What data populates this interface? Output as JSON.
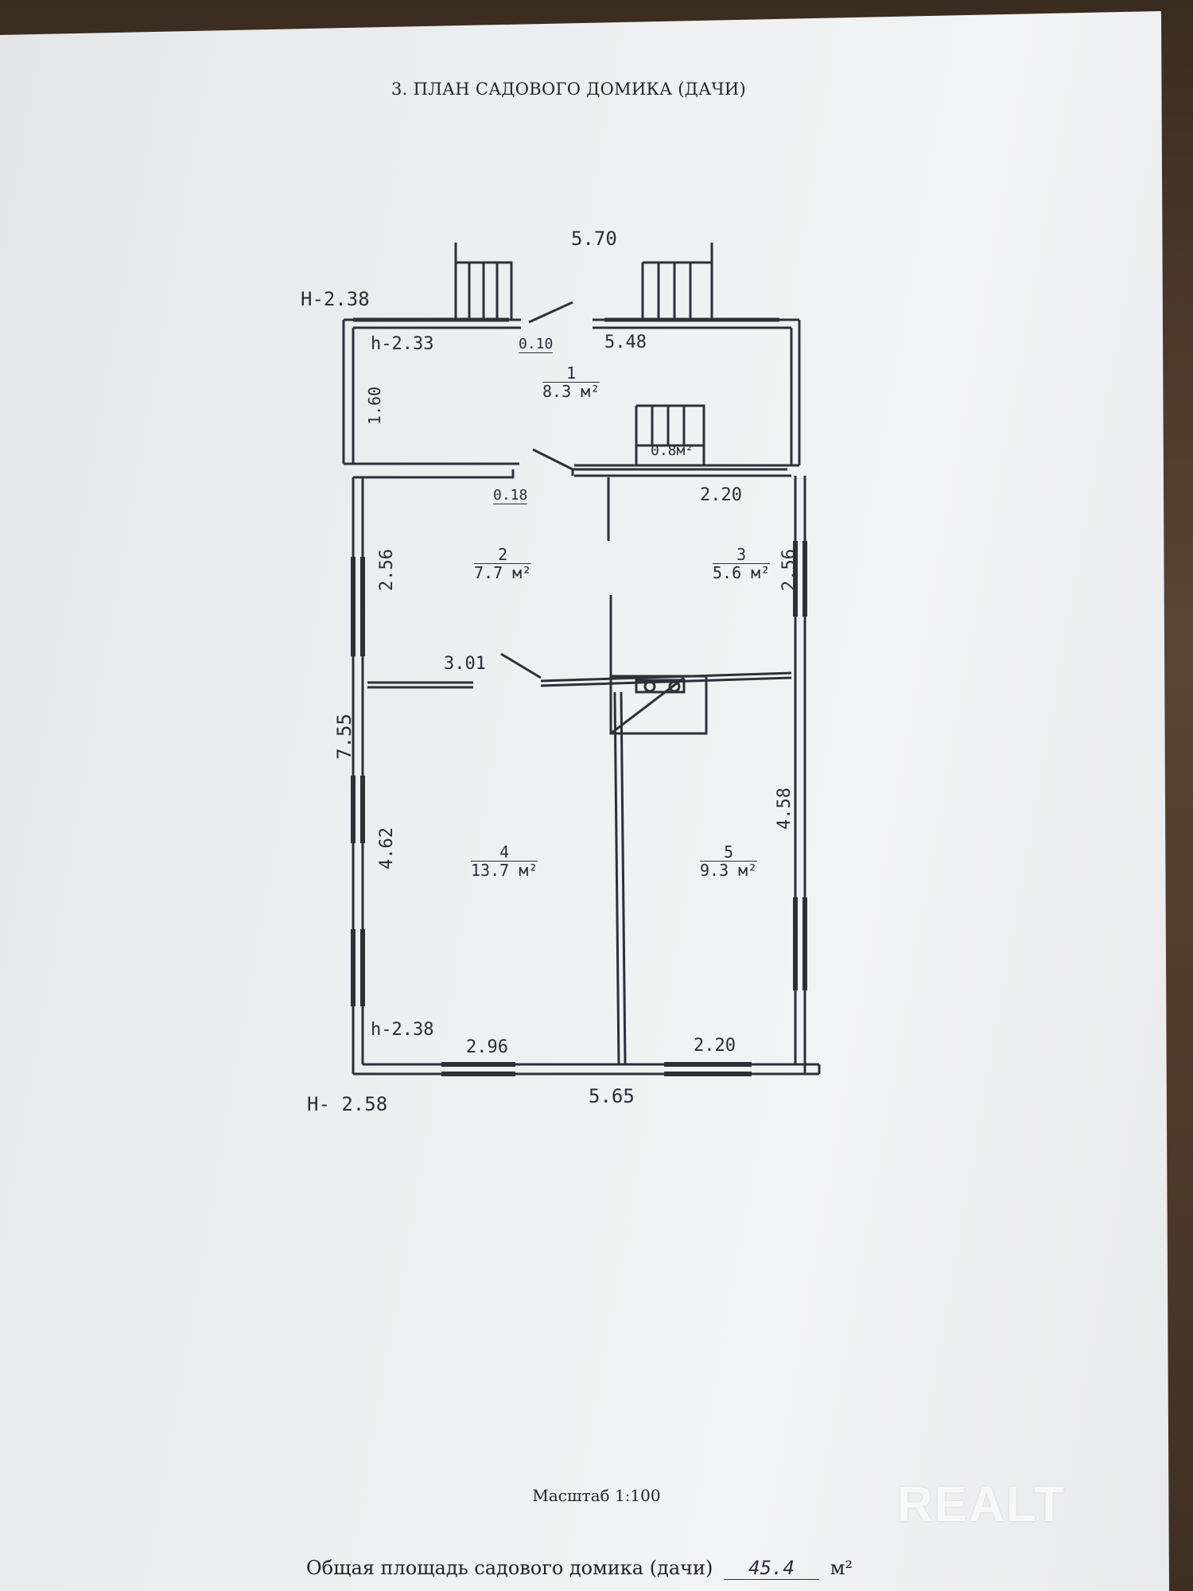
{
  "document": {
    "title": "3. ПЛАН САДОВОГО ДОМИКА (ДАЧИ)",
    "scale": "Масштаб 1:100",
    "total_area_label": "Общая площадь садового домика (дачи)",
    "total_area_value": "45.4",
    "total_area_unit": "м²",
    "watermark": "REALT"
  },
  "plan": {
    "width_top": "5.70",
    "width_bottom": "5.65",
    "length_left": "7.55",
    "height_top_mark": "Н-2.38",
    "height_bottom_mark": "Н- 2.58",
    "ceiling_top": "h-2.33",
    "ceiling_bottom": "h-2.38",
    "dims": {
      "porch_width": "5.48",
      "step_0_10": "0.10",
      "step_0_18": "0.18",
      "hall_depth": "1.60",
      "room2_depth": "2.56",
      "room3_depth": "2.56",
      "room3_width": "2.20",
      "partition": "3.01",
      "room4_depth": "4.62",
      "room5_depth": "4.58",
      "room4_width": "2.96",
      "room5_width": "2.20",
      "stair_area": "0.8м²"
    },
    "rooms": [
      {
        "num": "1",
        "area": "8.3 м²"
      },
      {
        "num": "2",
        "area": "7.7 м²"
      },
      {
        "num": "3",
        "area": "5.6 м²"
      },
      {
        "num": "4",
        "area": "13.7 м²"
      },
      {
        "num": "5",
        "area": "9.3 м²"
      }
    ]
  }
}
